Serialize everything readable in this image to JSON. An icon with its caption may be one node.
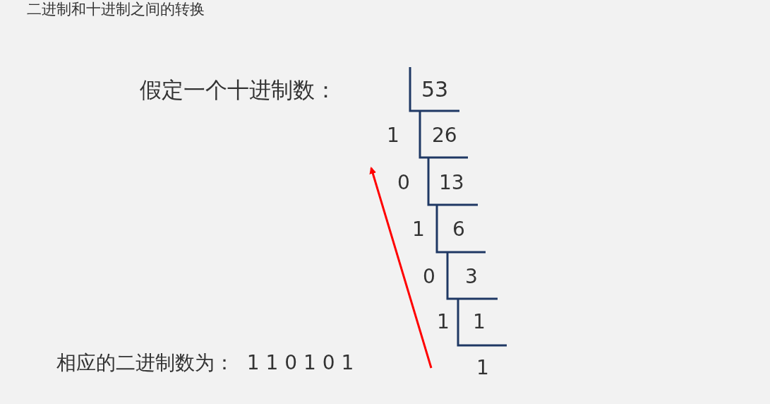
{
  "diagram": {
    "title": "二进制和十进制之间的转换",
    "labels": [
      "假定一个十进制数：",
      "53",
      "1",
      "26",
      "0",
      "13",
      "1",
      "6",
      "0",
      "3",
      "1",
      "1",
      "相应的二进制数为：  1 1 0 1 0 1",
      "1"
    ]
  }
}
